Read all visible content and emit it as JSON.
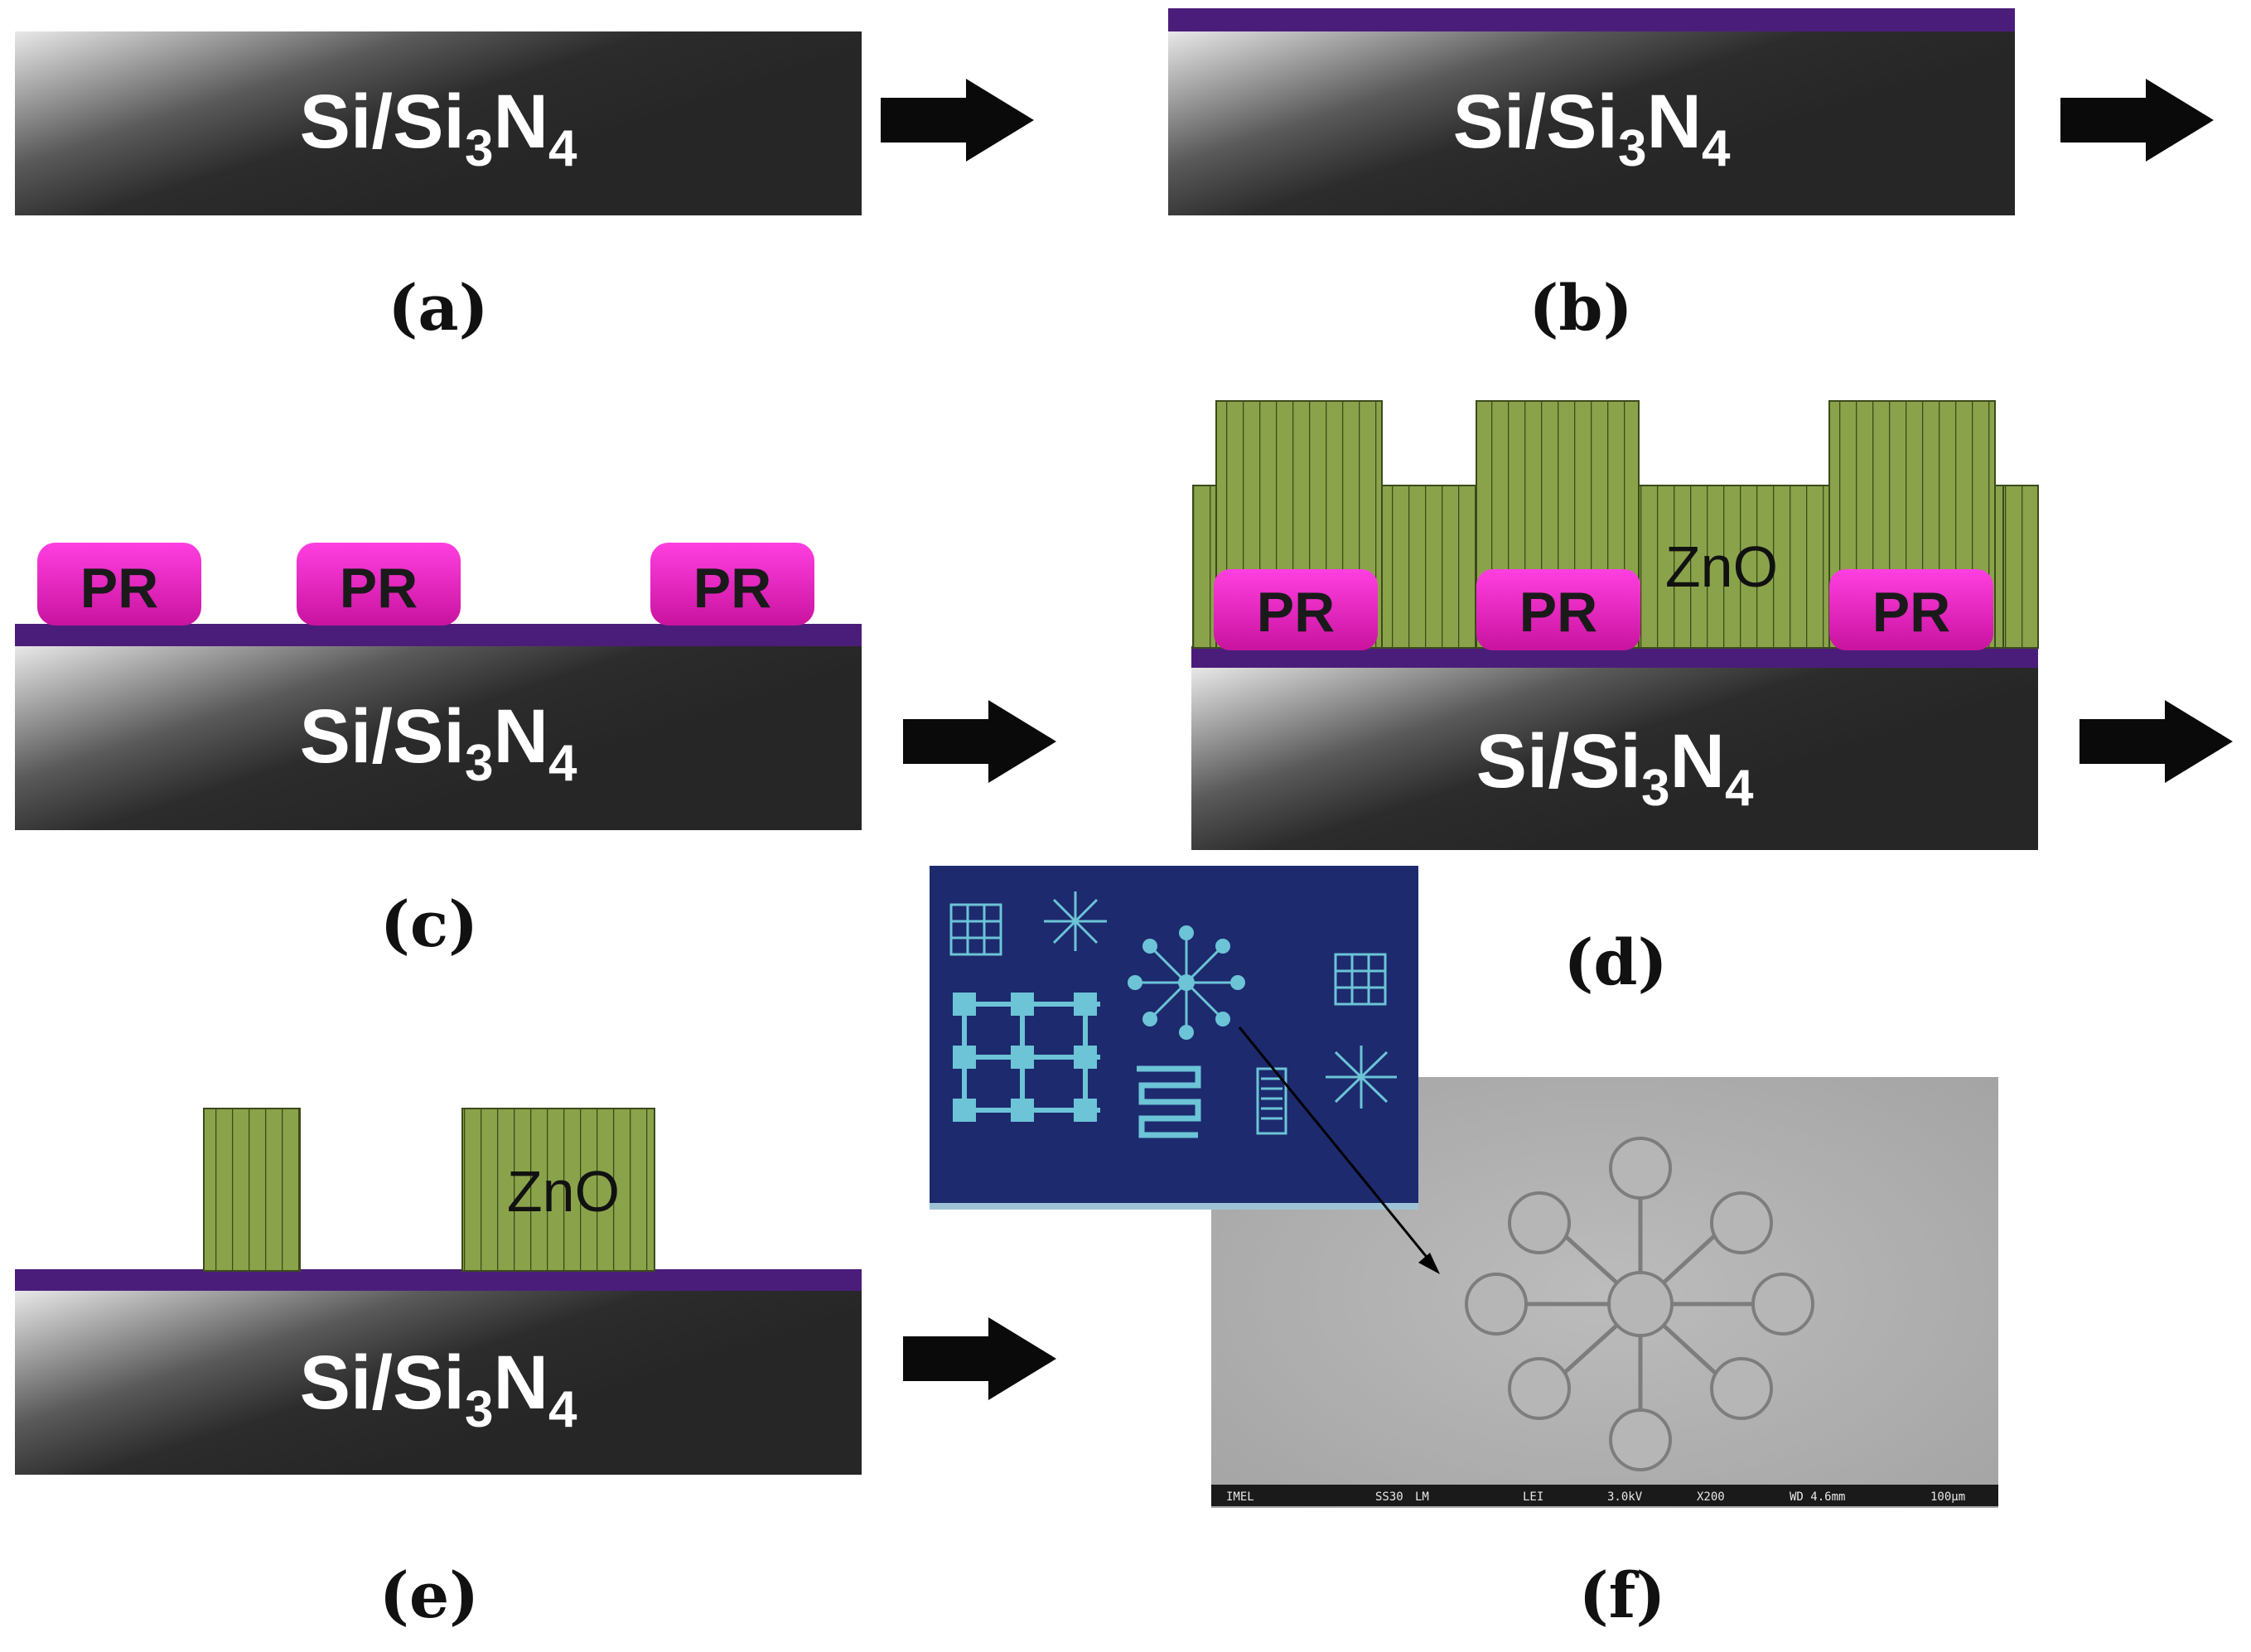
{
  "labels": {
    "substrate": "Si/Si",
    "substrate_sub": "3",
    "substrate_n": "N",
    "substrate_sub2": "4",
    "photoresist": "PR",
    "zno": "ZnO"
  },
  "panels": {
    "a": "(a)",
    "b": "(b)",
    "c": "(c)",
    "d": "(d)",
    "e": "(e)",
    "f": "(f)"
  },
  "sem_info_bar": {
    "items": [
      "IMEL",
      "SS30",
      "LM",
      "LEI",
      "3.0kV",
      "X200",
      "WD 4.6mm",
      "100µm"
    ]
  },
  "colors": {
    "seed_layer": "#4b1d7a",
    "photoresist": "#e01cc0",
    "zno_nanorods": "#8aa34a",
    "substrate_dark": "#2b2b2b",
    "optical_bg": "#1d2a6e",
    "pattern_cyan": "#6cc4d6",
    "sem_bg": "#b3b3b3"
  },
  "icons": [
    "right-arrow-icon"
  ]
}
